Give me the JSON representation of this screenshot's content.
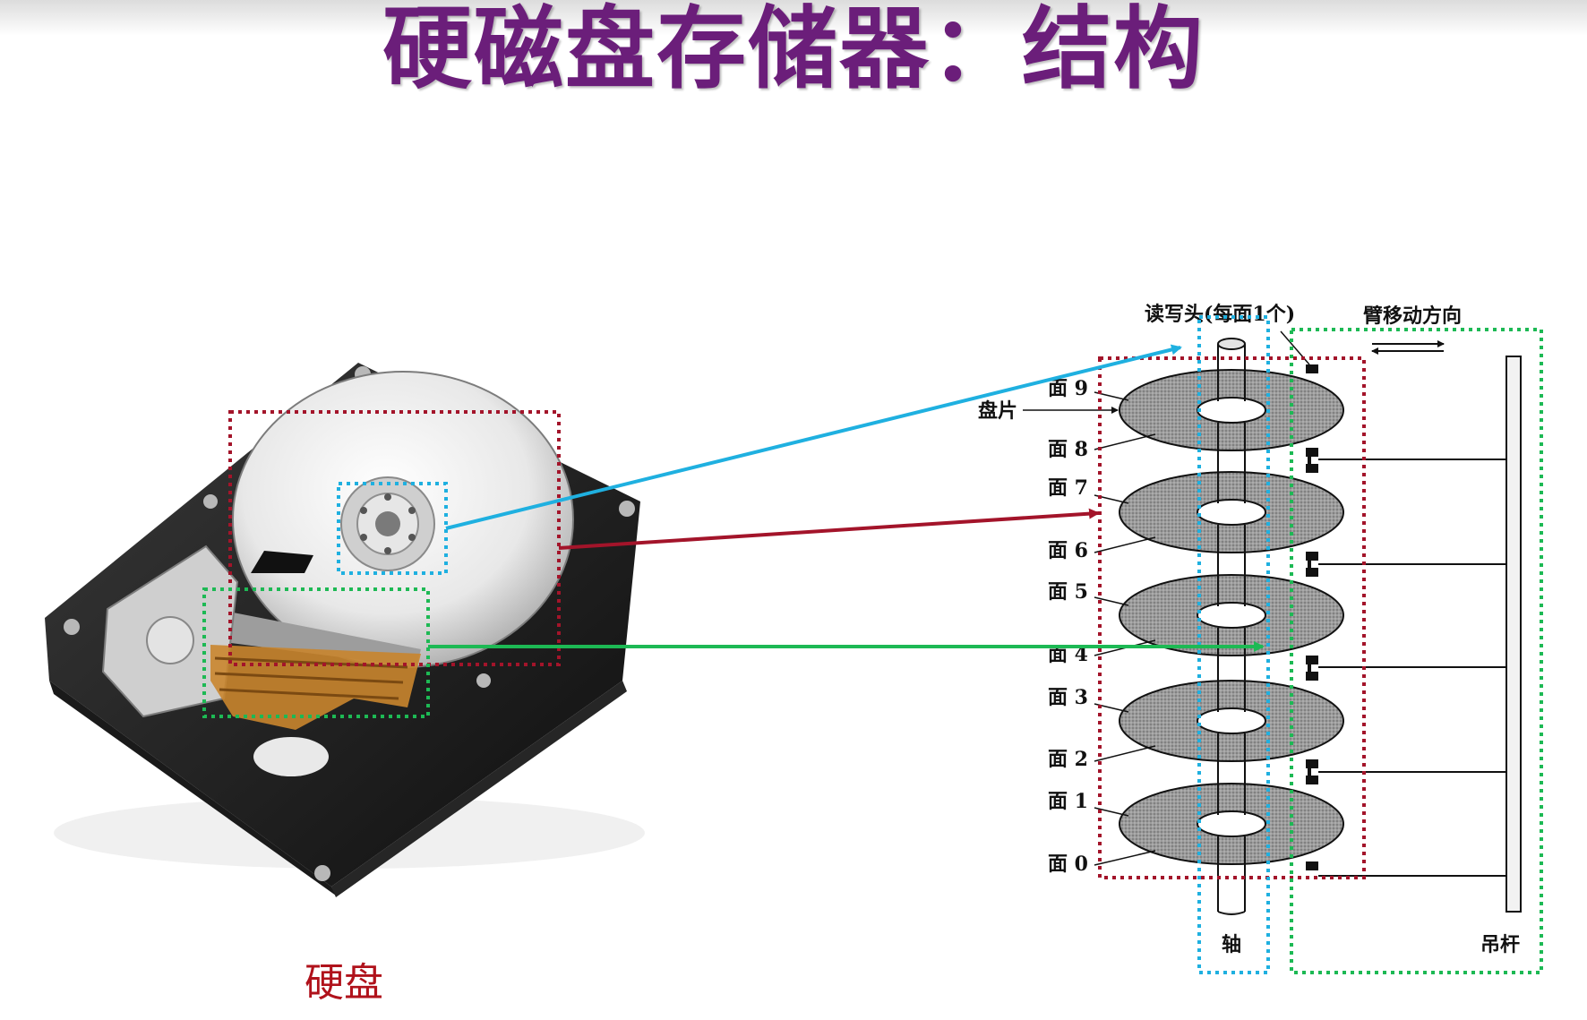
{
  "title": "硬磁盘存储器：结构",
  "photo_caption": "硬盘",
  "diagram": {
    "head_label": "读写头(每面1个)",
    "arm_direction_label": "臂移动方向",
    "platter_label": "盘片",
    "spindle_label": "轴",
    "rod_label": "吊杆",
    "surfaces": [
      "面 9",
      "面 8",
      "面 7",
      "面 6",
      "面 5",
      "面 4",
      "面 3",
      "面 2",
      "面 1",
      "面 0"
    ]
  },
  "colors": {
    "title": "#6b1e7a",
    "caption": "#b0121b",
    "platter_box": "#a3142a",
    "spindle_box": "#1fb0e0",
    "arm_box": "#1db954",
    "arrow_blue": "#1fb0e0",
    "arrow_red": "#a3142a",
    "arrow_green": "#1db954"
  }
}
